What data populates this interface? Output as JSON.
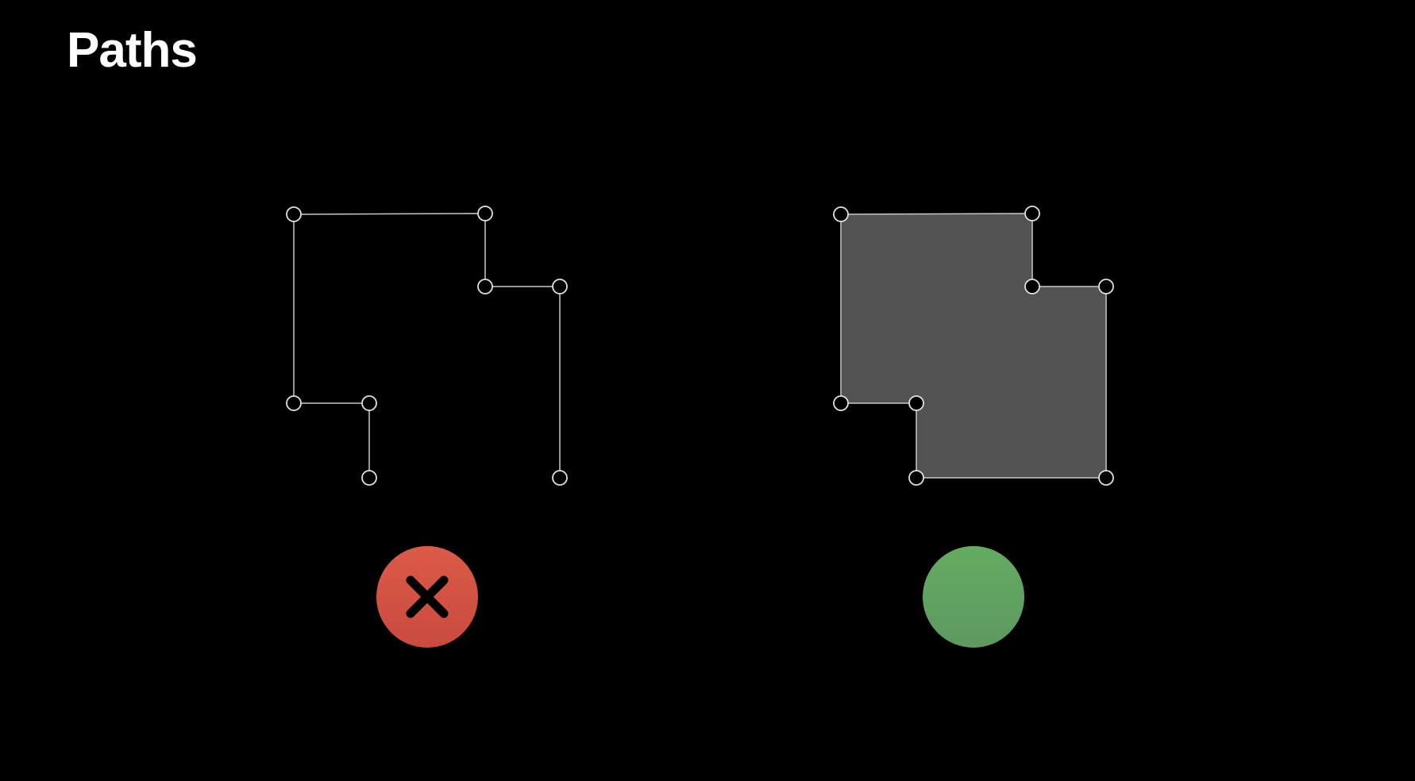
{
  "title": "Paths",
  "colors": {
    "background": "#000000",
    "stroke": "#c8c8c8",
    "fill": "#525252",
    "error": "#d65444",
    "success": "#62a862"
  },
  "open_path": {
    "status": "invalid",
    "icon": "x-mark-icon"
  },
  "closed_path": {
    "status": "valid",
    "icon": "green-circle-icon"
  }
}
